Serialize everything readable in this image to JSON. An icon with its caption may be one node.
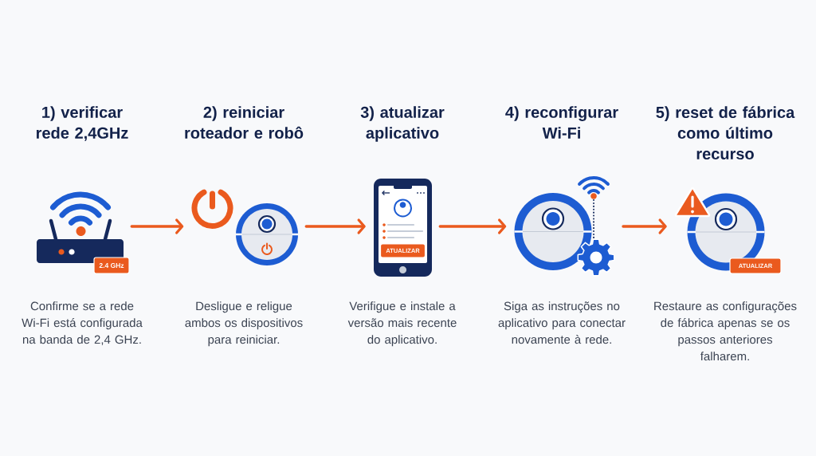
{
  "diagram": {
    "nodes": [
      {
        "text": [],
        "shape": "picture",
        "beside": [
          "1) verificar rede 2,4GHz",
          "Confirme se a rede Wi-Fi está configurada na banda de 2,4 GHz."
        ]
      },
      {
        "text": [
          "2.4 GHz"
        ]
      },
      {
        "text": [],
        "shape": "picture",
        "beside": [
          "2) reiniciar roteador e robô",
          "Desligue e religue ambos os dispositivos para reiniciar."
        ]
      },
      {
        "text": [],
        "shape": "picture",
        "beside": [
          "3) atualizar aplicativo",
          "Verifigue e instale a versão mais recente do aplicativo."
        ]
      },
      {
        "text": [
          "ATUALIZAR"
        ],
        "in": 3
      },
      {
        "text": [],
        "shape": "picture",
        "beside": [
          "4) reconfigurar Wi-Fi",
          "Siga as instruções no aplicativo para conectar novamente à rede."
        ]
      },
      {
        "text": [],
        "shape": "picture",
        "beside": [
          "5) reset de fábrica como último recurso",
          "Restaure as configurações de fábrica apenas se os passos anteriores falharem."
        ]
      },
      {
        "text": [
          "ATUALIZAR"
        ]
      }
    ],
    "edges": [
      {
        "from": 0,
        "to": 2,
        "arrow": "to"
      },
      {
        "from": 2,
        "to": 3,
        "arrow": "to"
      },
      {
        "from": 3,
        "to": 5,
        "arrow": "to"
      },
      {
        "from": 5,
        "to": 6,
        "arrow": "to"
      }
    ]
  }
}
